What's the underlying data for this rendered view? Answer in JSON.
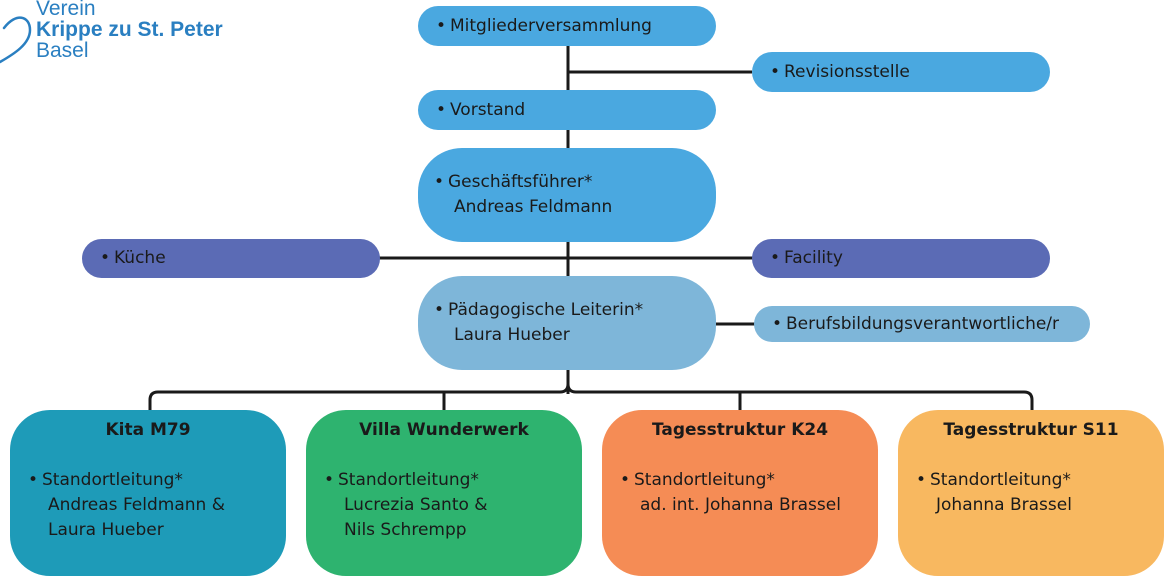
{
  "logo": {
    "line1": "Verein",
    "line2": "Krippe zu St. Peter",
    "line3": "Basel",
    "icon": "heart-icon",
    "color": "#2a7fc1"
  },
  "nodes": {
    "mitgliederversammlung": "Mitgliederversammlung",
    "revisionsstelle": "Revisionsstelle",
    "vorstand": "Vorstand",
    "geschaeftsfuehrer": {
      "role": "Geschäftsführer*",
      "name": "Andreas Feldmann"
    },
    "kueche": "Küche",
    "facility": "Facility",
    "paedagogische_leitung": {
      "role": "Pädagogische Leiterin*",
      "name": "Laura Hueber"
    },
    "berufsbildung": "Berufsbildungsverantwortliche/r"
  },
  "sites": [
    {
      "title": "Kita M79",
      "role": "Standortleitung*",
      "line2": "Andreas Feldmann &",
      "line3": "Laura Hueber",
      "color": "#1e9bb8"
    },
    {
      "title": "Villa Wunderwerk",
      "role": "Standortleitung*",
      "line2": "Lucrezia Santo &",
      "line3": "Nils Schrempp",
      "color": "#2eb36f"
    },
    {
      "title": "Tagesstruktur K24",
      "role": "Standortleitung*",
      "line2": "ad. int. Johanna Brassel",
      "line3": "",
      "color": "#f58c55"
    },
    {
      "title": "Tagesstruktur S11",
      "role": "Standortleitung*",
      "line2": "Johanna Brassel",
      "line3": "",
      "color": "#f8b860"
    }
  ],
  "colors": {
    "governance": "#4aa8e0",
    "support": "#5b6bb5",
    "pedagogy": "#7eb6d9",
    "connector": "#1a1a1a"
  }
}
